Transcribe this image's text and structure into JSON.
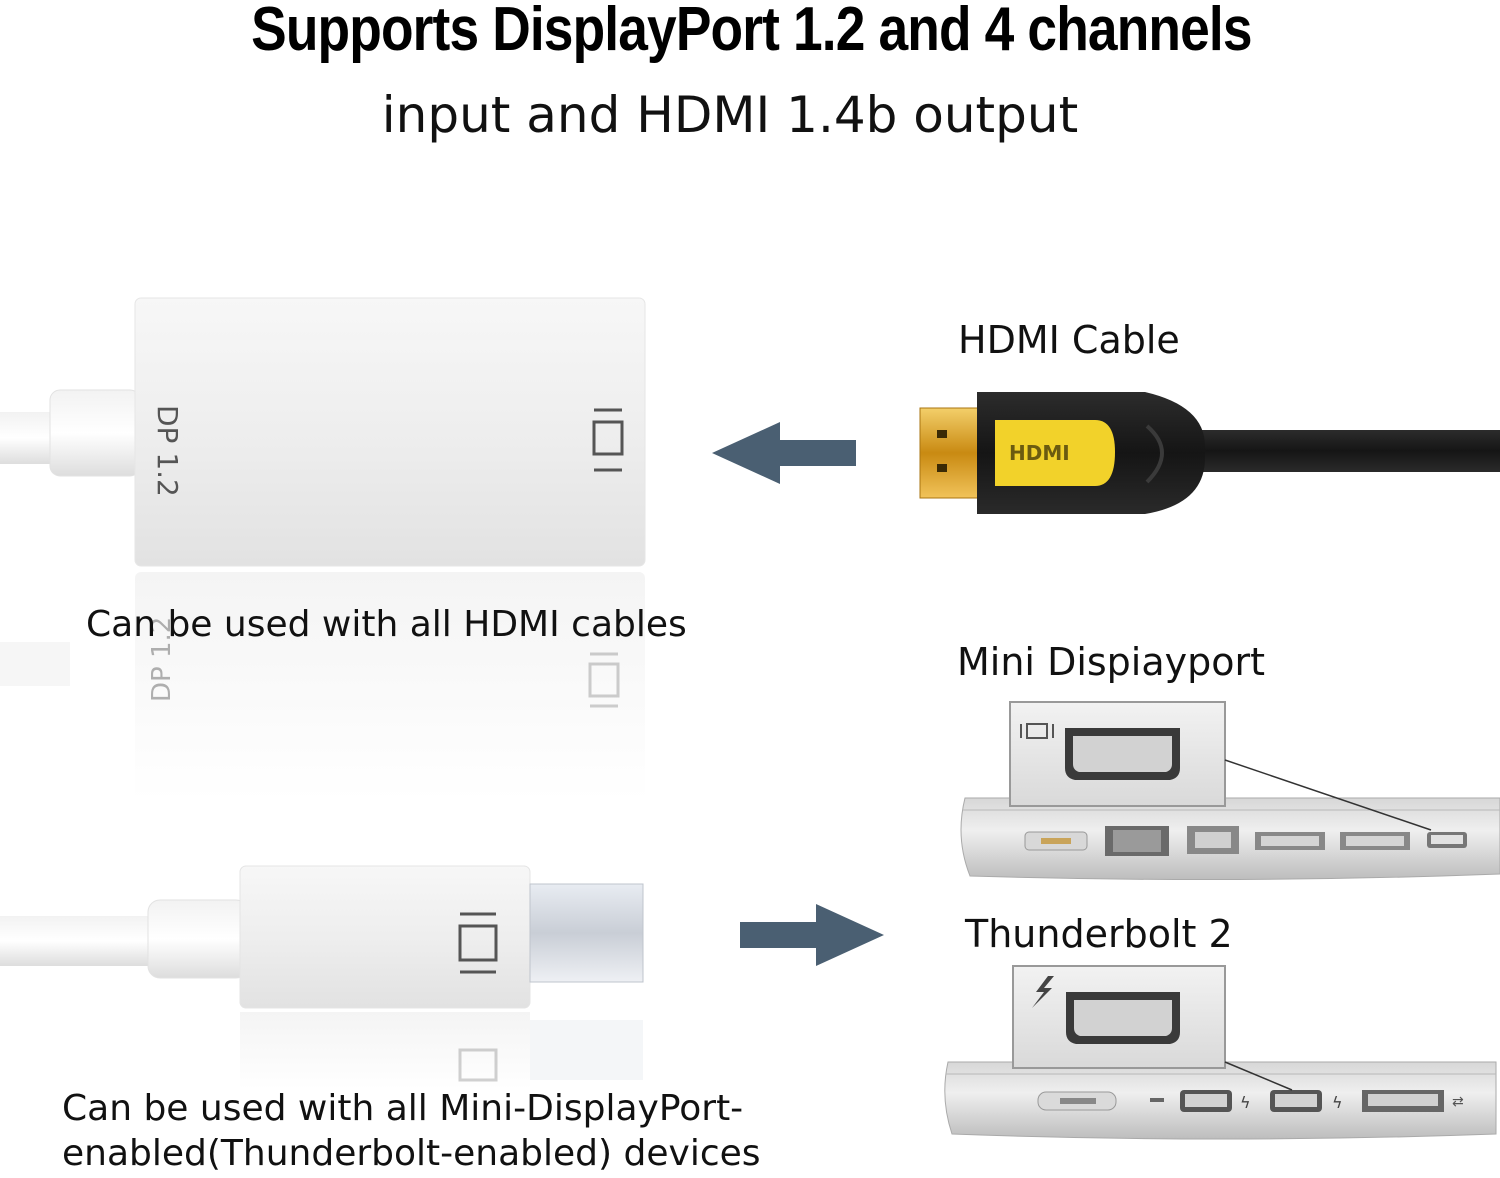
{
  "title": "Supports DisplayPort 1.2 and 4 channels",
  "subtitle": "input and HDMI 1.4b output",
  "adapter": {
    "port_label": "DP 1.2",
    "hdmi_port_icon": "hdmi-port-icon"
  },
  "labels": {
    "hdmi_cable": "HDMI Cable",
    "mini_displayport": "Mini Dispiayport",
    "thunderbolt": "Thunderbolt 2"
  },
  "captions": {
    "hdmi_cables": "Can be used with all HDMI cables",
    "mini_dp_line1": "Can be used with all Mini-DisplayPort-",
    "mini_dp_line2": "enabled(Thunderbolt-enabled) devices"
  },
  "hdmi_plug_logo": "HDMI",
  "icons": [
    "arrow-left-icon",
    "arrow-right-icon",
    "thunderbolt-icon",
    "displayport-icon",
    "usb-icon"
  ],
  "colors": {
    "arrow": "#4a5f72",
    "plug_body": "#1e1e1e",
    "plug_logo": "#f2d22a",
    "plug_gold": "#d9a520",
    "adapter": "#f4f4f4"
  }
}
